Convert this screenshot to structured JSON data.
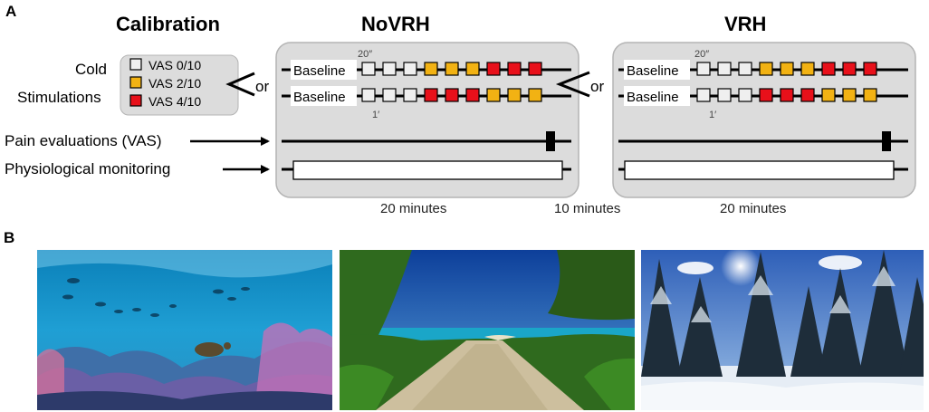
{
  "panel_a": {
    "letter": "A",
    "headings": {
      "calibration": "Calibration",
      "novrh": "NoVRH",
      "vrh": "VRH"
    },
    "labels": {
      "cold_line1": "Cold",
      "cold_line2": "Stimulations",
      "pain_evaluations": "Pain evaluations (VAS)",
      "physiological_monitoring": "Physiological monitoring"
    },
    "legend": [
      {
        "label": "VAS 0/10",
        "color": "#efefef"
      },
      {
        "label": "VAS 2/10",
        "color": "#f2b213"
      },
      {
        "label": "VAS 4/10",
        "color": "#e8101a"
      }
    ],
    "or_text": "or",
    "baseline": "Baseline",
    "interval_20s": "20″",
    "interval_1m": "1′",
    "sequences": {
      "top": [
        0,
        0,
        0,
        2,
        2,
        2,
        4,
        4,
        4
      ],
      "bottom": [
        0,
        0,
        0,
        4,
        4,
        4,
        2,
        2,
        2
      ]
    },
    "durations": {
      "novrh": "20 minutes",
      "break": "10 minutes",
      "vrh": "20 minutes"
    },
    "colors": {
      "panel_bg": "#dcdcdc",
      "panel_border": "#b4b4b4"
    }
  },
  "panel_b": {
    "letter": "B",
    "images": [
      "underwater-scene",
      "tropical-beach-scene",
      "snowy-forest-scene"
    ]
  }
}
